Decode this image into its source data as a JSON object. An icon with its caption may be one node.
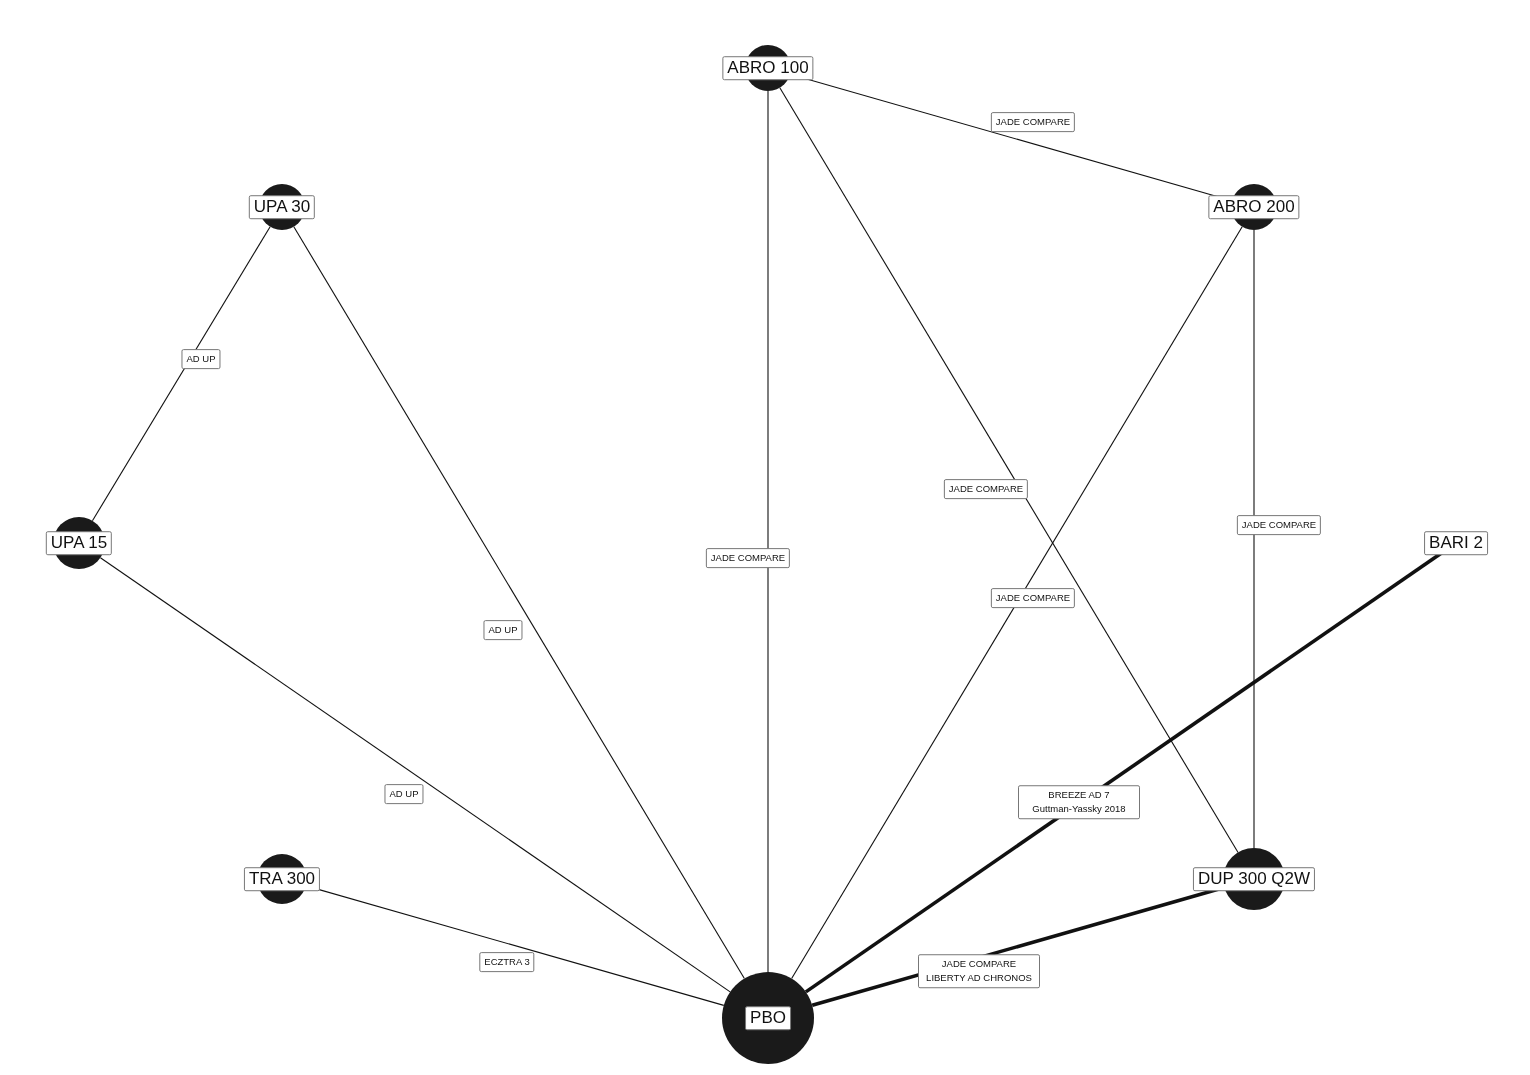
{
  "diagram": {
    "nodes": [
      {
        "text": [
          "ABRO 100"
        ]
      },
      {
        "text": [
          "UPA 30"
        ]
      },
      {
        "text": [
          "ABRO 200"
        ]
      },
      {
        "text": [
          "UPA 15"
        ]
      },
      {
        "text": [
          "BARI 2"
        ]
      },
      {
        "text": [
          "TRA 300"
        ]
      },
      {
        "text": [
          "DUP 300 Q2W"
        ]
      },
      {
        "text": [
          "PBO"
        ]
      }
    ],
    "edges": [
      {
        "from": 0,
        "to": 2,
        "arrow": "none",
        "label": "JADE COMPARE"
      },
      {
        "from": 1,
        "to": 3,
        "arrow": "none",
        "label": "AD UP"
      },
      {
        "from": 0,
        "to": 7,
        "arrow": "none",
        "label": "JADE COMPARE"
      },
      {
        "from": 0,
        "to": 6,
        "arrow": "none",
        "label": "JADE COMPARE"
      },
      {
        "from": 2,
        "to": 6,
        "arrow": "none",
        "label": "JADE COMPARE"
      },
      {
        "from": 2,
        "to": 7,
        "arrow": "none",
        "label": "JADE COMPARE"
      },
      {
        "from": 1,
        "to": 7,
        "arrow": "none",
        "label": "AD UP"
      },
      {
        "from": 3,
        "to": 7,
        "arrow": "none",
        "label": "AD UP"
      },
      {
        "from": 4,
        "to": 7,
        "arrow": "none",
        "label": "BREEZE AD 7 Guttman-Yassky 2018",
        "style": "thick"
      },
      {
        "from": 5,
        "to": 7,
        "arrow": "none",
        "label": "ECZTRA 3"
      },
      {
        "from": 6,
        "to": 7,
        "arrow": "none",
        "label": "JADE COMPARE LIBERTY AD CHRONOS",
        "style": "thick"
      }
    ]
  }
}
